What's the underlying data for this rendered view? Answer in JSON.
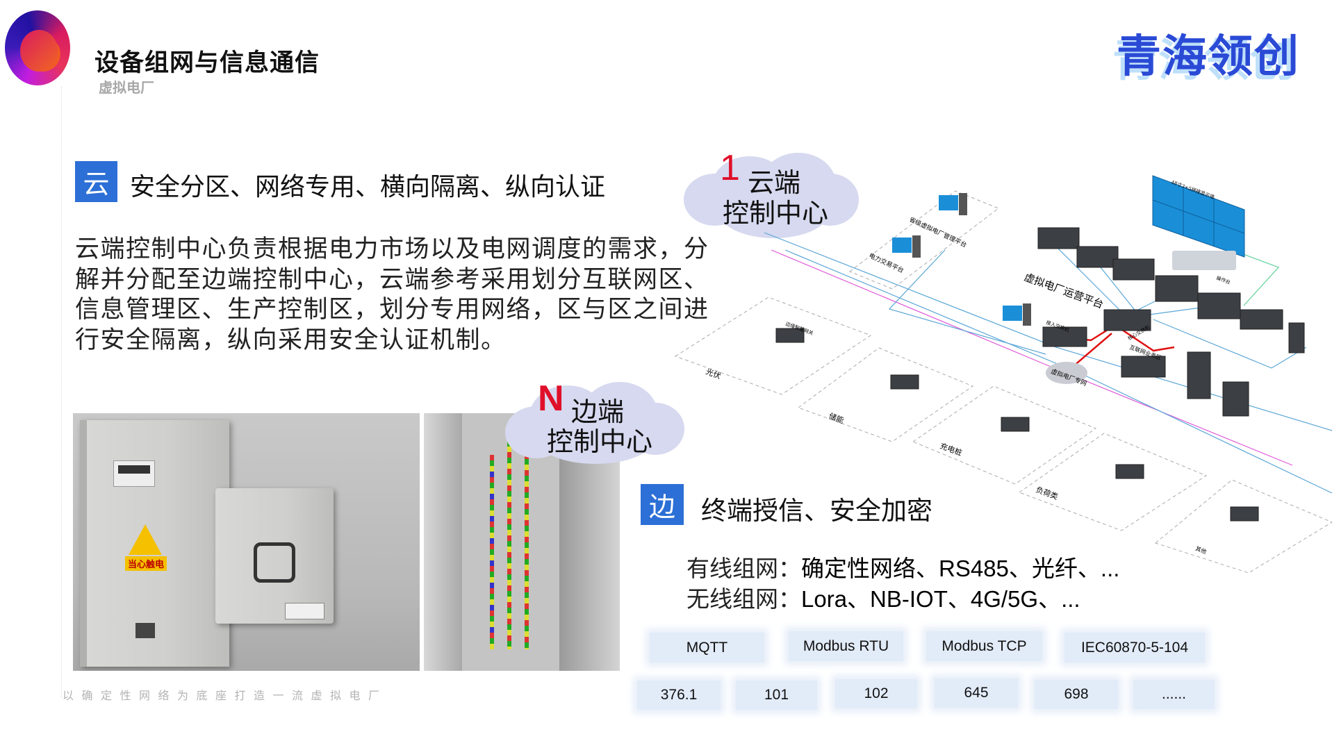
{
  "header": {
    "title": "设备组网与信息通信",
    "subtitle": "虚拟电厂",
    "brand": "青海领创"
  },
  "cloud_section": {
    "badge": "云",
    "heading": "安全分区、网络专用、横向隔离、纵向认证",
    "paragraph_lines": [
      "云端控制中心负责根据电力市场以及电网调度的需求，分",
      "解并分配至边端控制中心，云端参考采用划分互联网区、",
      "信息管理区、生产控制区，划分专用网络，区与区之间进",
      "行安全隔离，纵向采用安全认证机制。"
    ]
  },
  "callouts": {
    "cloud": {
      "number": "1",
      "line1": "云端",
      "line2": "控制中心"
    },
    "edge": {
      "number": "N",
      "line1": "边端",
      "line2": "控制中心"
    }
  },
  "photo": {
    "warning_label": "当心触电"
  },
  "edge_section": {
    "badge": "边",
    "heading": "终端授信、安全加密",
    "wired_label": "有线组网：",
    "wired_value": "确定性网络、RS485、光纤、...",
    "wireless_label": "无线组网：",
    "wireless_value": "Lora、NB-IOT、4G/5G、..."
  },
  "protocols": {
    "row1": [
      "MQTT",
      "Modbus RTU",
      "Modbus TCP",
      "IEC60870-5-104"
    ],
    "row2": [
      "376.1",
      "101",
      "102",
      "645",
      "698",
      "......"
    ]
  },
  "diagram": {
    "platform_label": "虚拟电厂运营平台",
    "private_net": "虚拟电厂专网",
    "province_platform": "省级虚拟电厂管理平台",
    "trading_platform": "电力交易平台",
    "video_wall": "48寸3×5拼接显示墙",
    "console": "操作台",
    "core_switch": "核心交换机",
    "access_switch": "接入交换机",
    "internet_zone": "互联网业务区",
    "gateway": "边缘智慧网关",
    "zones": [
      "光伏",
      "储能",
      "充电桩",
      "负荷类",
      "其他"
    ]
  },
  "footer": {
    "slogan": "以确定性网络为底座打造一流虚拟电厂"
  },
  "colors": {
    "accent_blue": "#2c6fd6",
    "brand_blue": "#2a4ad6",
    "red": "#e0102a",
    "cloud": "#d6d9ef",
    "chip": "#e2ebf8"
  }
}
